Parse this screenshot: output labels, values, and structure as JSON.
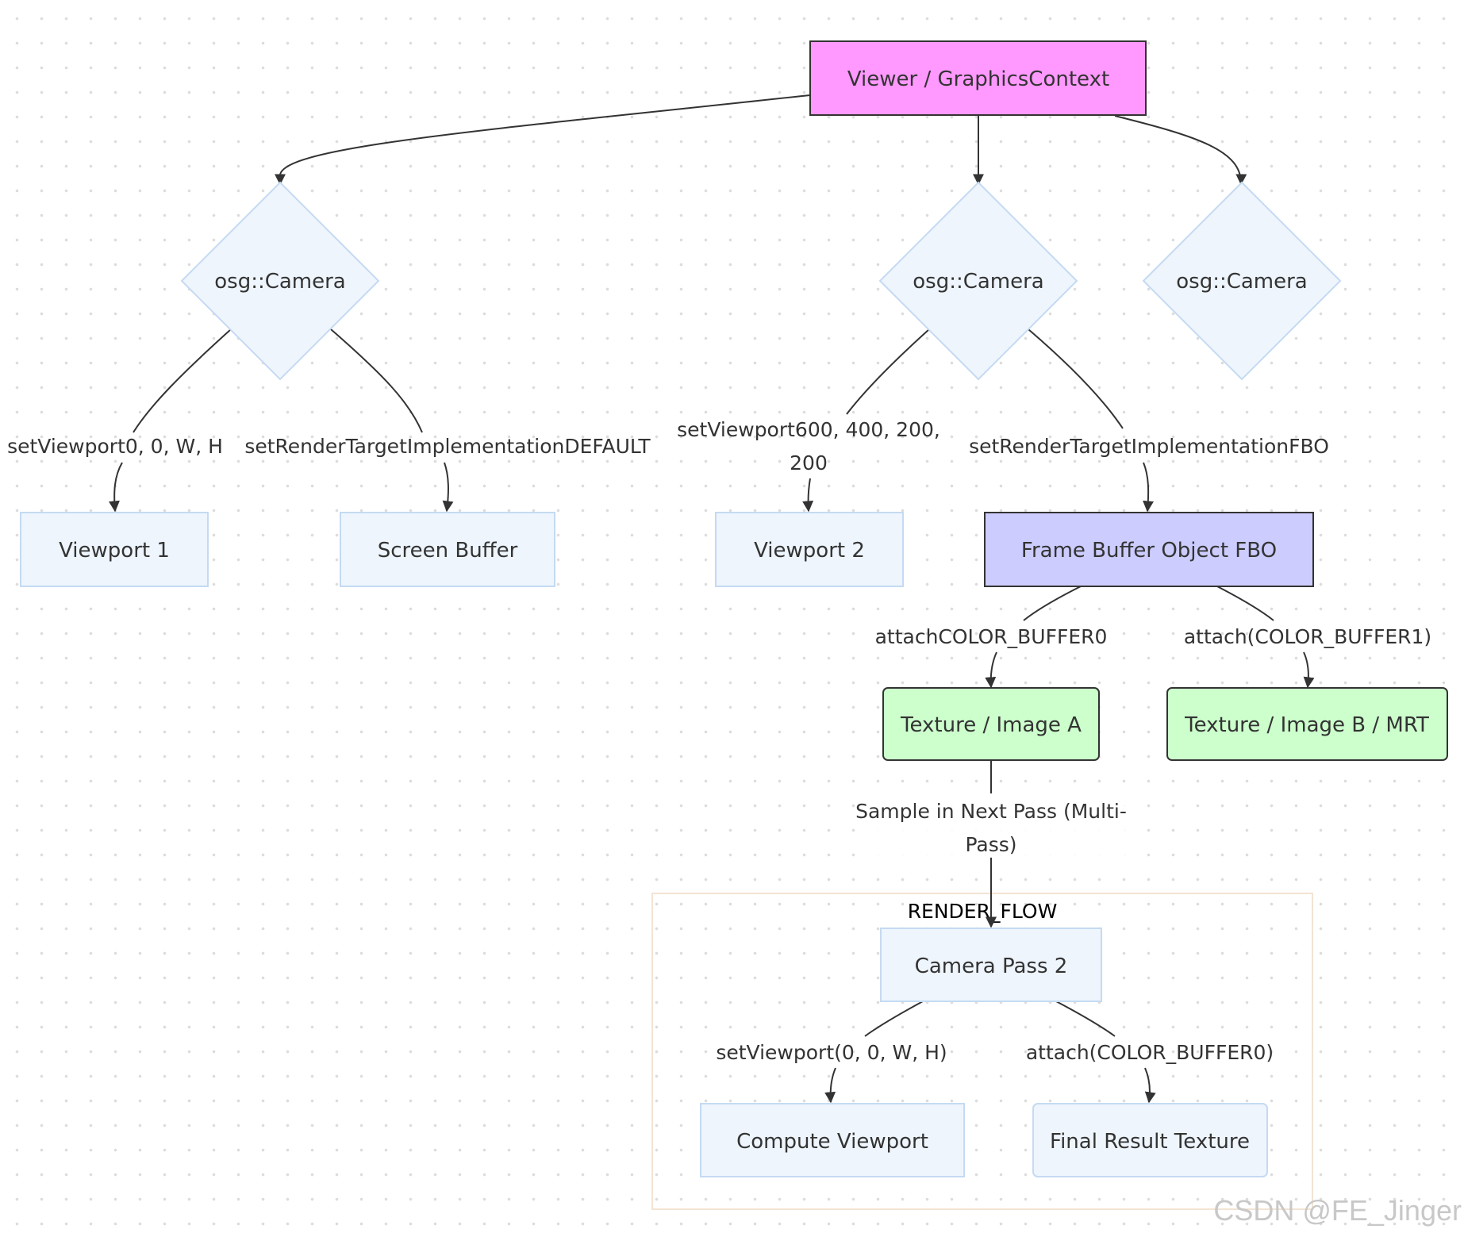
{
  "nodes": {
    "viewer": "Viewer / GraphicsContext",
    "camera_1": "osg::Camera",
    "camera_2": "osg::Camera",
    "camera_3": "osg::Camera",
    "viewport_1": "Viewport 1",
    "screen_buffer": "Screen Buffer",
    "viewport_2": "Viewport 2",
    "fbo": "Frame Buffer Object FBO",
    "texture_a": "Texture / Image A",
    "texture_b": "Texture / Image B / MRT",
    "camera_pass_2": "Camera Pass 2",
    "compute_viewport": "Compute Viewport",
    "final_result_texture": "Final Result Texture"
  },
  "edge_labels": {
    "cam1_viewport": "setViewport0, 0, W, H",
    "cam1_render_target": "setRenderTargetImplementationDEFAULT",
    "cam2_viewport_line1": "setViewport600, 400, 200,",
    "cam2_viewport_line2": "200",
    "cam2_render_target": "setRenderTargetImplementationFBO",
    "fbo_attach_0": "attachCOLOR_BUFFER0",
    "fbo_attach_1": "attach(COLOR_BUFFER1)",
    "sample_line1": "Sample in Next Pass (Multi-",
    "sample_line2": "Pass)",
    "pass2_viewport": "setViewport(0, 0, W, H)",
    "pass2_attach": "attach(COLOR_BUFFER0)"
  },
  "cluster": {
    "title": "RENDER_FLOW"
  },
  "watermark": "CSDN @FE_Jinger",
  "colors": {
    "viewer_fill": "#ff99ff",
    "fbo_fill": "#ccccff",
    "texture_fill": "#ccffcc",
    "default_fill": "#eef5fd",
    "default_stroke": "#c5daf2",
    "cluster_stroke": "#f3e3d3",
    "edge": "#333333"
  }
}
